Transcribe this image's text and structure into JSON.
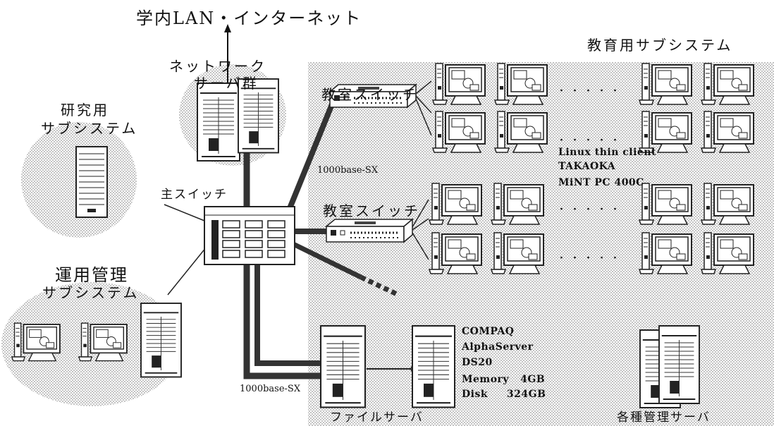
{
  "title": "学内LAN・インターネット",
  "subsystems": {
    "education": "教育用サブシステム",
    "research_line1": "研究用",
    "research_line2": "サブシステム",
    "operations_line1": "運用管理",
    "operations_line2": "サブシステム"
  },
  "nodes": {
    "network_servers_line1": "ネットワーク",
    "network_servers_line2": "サーバ群",
    "main_switch": "主スイッチ",
    "classroom_switch_1": "教室スイッチ",
    "classroom_switch_2": "教室スイッチ",
    "file_server": "ファイルサーバ",
    "management_servers": "各種管理サーバ"
  },
  "links": {
    "upper_link": "1000base-SX",
    "lower_link": "1000base-SX"
  },
  "client_spec": {
    "line1": "Linux thin client",
    "line2": "TAKAOKA",
    "line3": "MiNT PC 400C"
  },
  "server_spec": {
    "line1": "COMPAQ",
    "line2": "AlphaServer",
    "line3": "DS20",
    "line4": "Memory   4GB",
    "line5": "Disk     324GB"
  },
  "ellipsis": "・・・・・"
}
